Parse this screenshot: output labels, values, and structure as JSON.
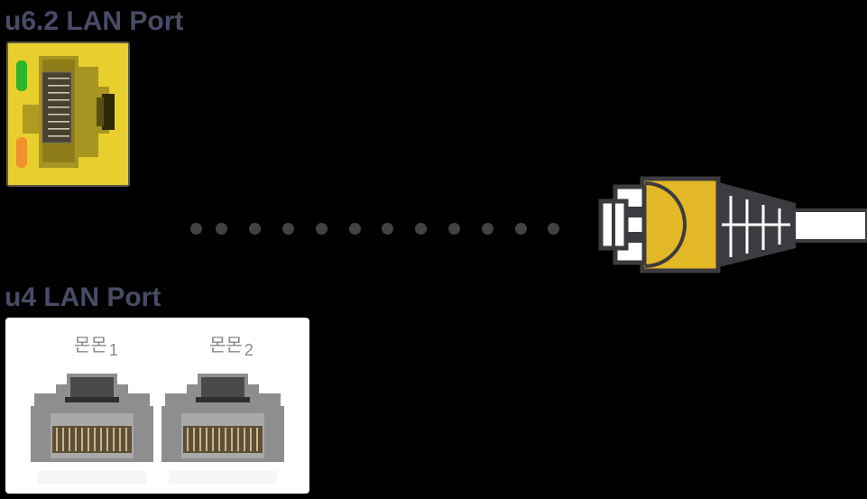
{
  "diagram": {
    "u62": {
      "title": "u6.2 LAN Port",
      "port_color": "#e8cf2e",
      "led_link_color": "#2fb52a",
      "led_activity_color": "#f0922e"
    },
    "u4": {
      "title": "u4 LAN Port",
      "ports": [
        {
          "icon": "network-icon",
          "glyph": "몬몬",
          "number": "1"
        },
        {
          "icon": "network-icon",
          "glyph": "몬몬",
          "number": "2"
        }
      ]
    },
    "connection": {
      "dot_count": 12,
      "dot_color": "#424244"
    },
    "cable": {
      "name": "ethernet-plug",
      "body_color": "#e3b826",
      "outline_color": "#3d3b40",
      "cable_color": "#ffffff"
    },
    "background": "#000000",
    "title_color": "#4a4b66"
  }
}
